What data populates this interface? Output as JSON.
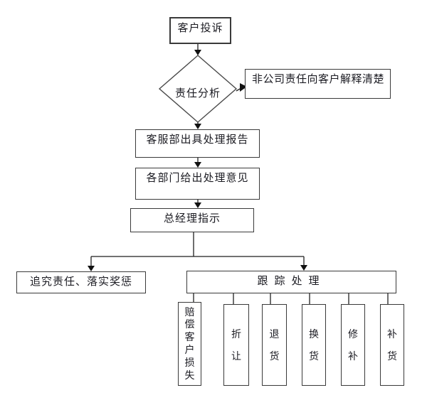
{
  "colors": {
    "background": "#ffffff",
    "border": "#3a3a3a",
    "line": "#1f1f1f",
    "text": "#1b1b22"
  },
  "nodes": {
    "complaint": {
      "label": "客户投诉"
    },
    "analysis": {
      "label": "责任分析"
    },
    "explain": {
      "label": "非公司责任向客户解释清楚"
    },
    "report": {
      "label": "客服部出具处理报告"
    },
    "opinions": {
      "label": "各部门给出处理意见"
    },
    "gm": {
      "label": "总经理指示"
    },
    "accountability": {
      "label": "追究责任、落实奖惩"
    },
    "tracking": {
      "label": "跟踪处理"
    },
    "actions": [
      {
        "label": "赔偿客户损失"
      },
      {
        "label": "折让"
      },
      {
        "label": "退货"
      },
      {
        "label": "换货"
      },
      {
        "label": "修补"
      },
      {
        "label": "补货"
      }
    ]
  }
}
